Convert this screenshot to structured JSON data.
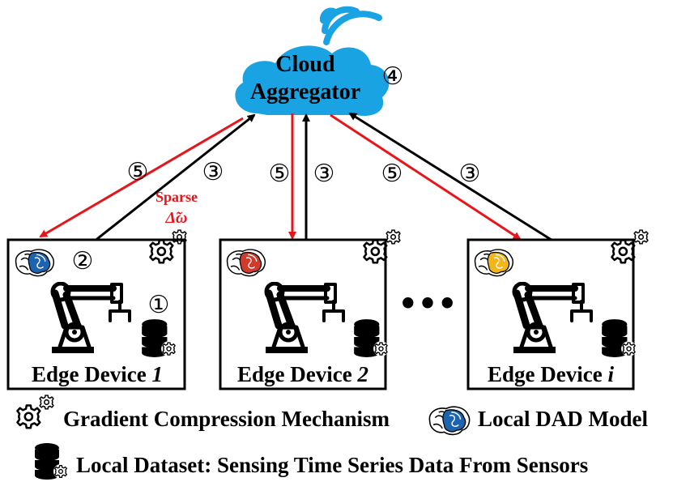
{
  "cloud": {
    "line1": "Cloud",
    "line2": "Aggregator",
    "step": "④"
  },
  "steps": {
    "five": "⑤",
    "three": "③",
    "two": "②",
    "one": "①"
  },
  "sparse_label": {
    "word": "Sparse",
    "symbol": "Δ̃ω"
  },
  "devices": [
    {
      "label": "Edge Device ",
      "index": "1"
    },
    {
      "label": "Edge Device ",
      "index": "2"
    },
    {
      "label": "Edge Device ",
      "index": "i"
    }
  ],
  "ellipsis": "•••",
  "legend": {
    "gradient": "Gradient Compression Mechanism",
    "model": "Local DAD Model",
    "dataset": "Local Dataset: Sensing Time Series Data From Sensors"
  },
  "colors": {
    "cloud": "#1aa3e3",
    "uplink": "#000000",
    "downlink": "#e8141a",
    "brain_device1": "#1c63b0",
    "brain_device2": "#d23a2a",
    "brain_device3": "#f2b619"
  },
  "icons": [
    "gear-icon",
    "brain-icon",
    "robot-arm-icon",
    "database-icon",
    "wifi-icon",
    "cloud-icon"
  ]
}
